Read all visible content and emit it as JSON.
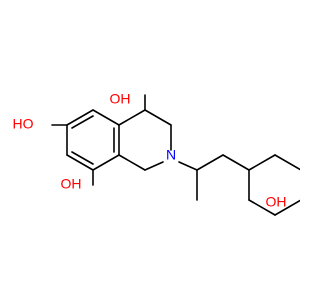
{
  "atoms": {
    "oh_c4": "OH",
    "oh_c6": "HO",
    "oh_c8": "OH",
    "n2": "N",
    "oh_phenol": "OH"
  },
  "colors": {
    "bond": "#000000",
    "oxygen": "#ff0000",
    "nitrogen": "#0000ff"
  }
}
